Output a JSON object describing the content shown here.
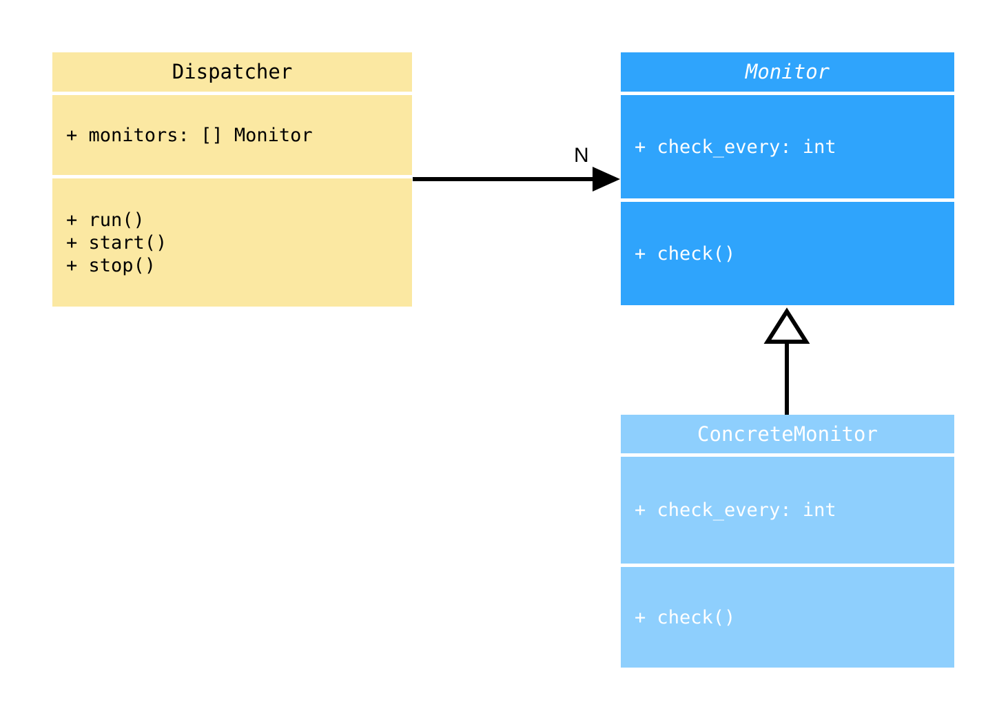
{
  "diagram": {
    "type": "uml-class-diagram",
    "background": "#ffffff"
  },
  "classes": {
    "dispatcher": {
      "name": "Dispatcher",
      "abstract": false,
      "fill": "#fbe8a2",
      "text_color": "#000000",
      "attributes": [
        "+ monitors: [] Monitor"
      ],
      "operations": [
        "+ run()",
        "+ start()",
        "+ stop()"
      ]
    },
    "monitor": {
      "name": "Monitor",
      "abstract": true,
      "fill": "#2fa4fc",
      "text_color": "#ffffff",
      "attributes": [
        "+ check_every: int"
      ],
      "operations": [
        "+ check()"
      ]
    },
    "concrete_monitor": {
      "name": "ConcreteMonitor",
      "abstract": false,
      "fill": "#8ecffd",
      "text_color": "#ffffff",
      "attributes": [
        "+ check_every: int"
      ],
      "operations": [
        "+ check()"
      ]
    }
  },
  "relationships": {
    "dispatcher_to_monitor": {
      "kind": "association",
      "from": "Dispatcher",
      "to": "Monitor",
      "multiplicity_label": "N",
      "arrow": "solid-filled",
      "color": "#000000"
    },
    "concrete_to_monitor": {
      "kind": "generalization",
      "from": "ConcreteMonitor",
      "to": "Monitor",
      "arrow": "hollow-triangle",
      "color": "#000000"
    }
  }
}
